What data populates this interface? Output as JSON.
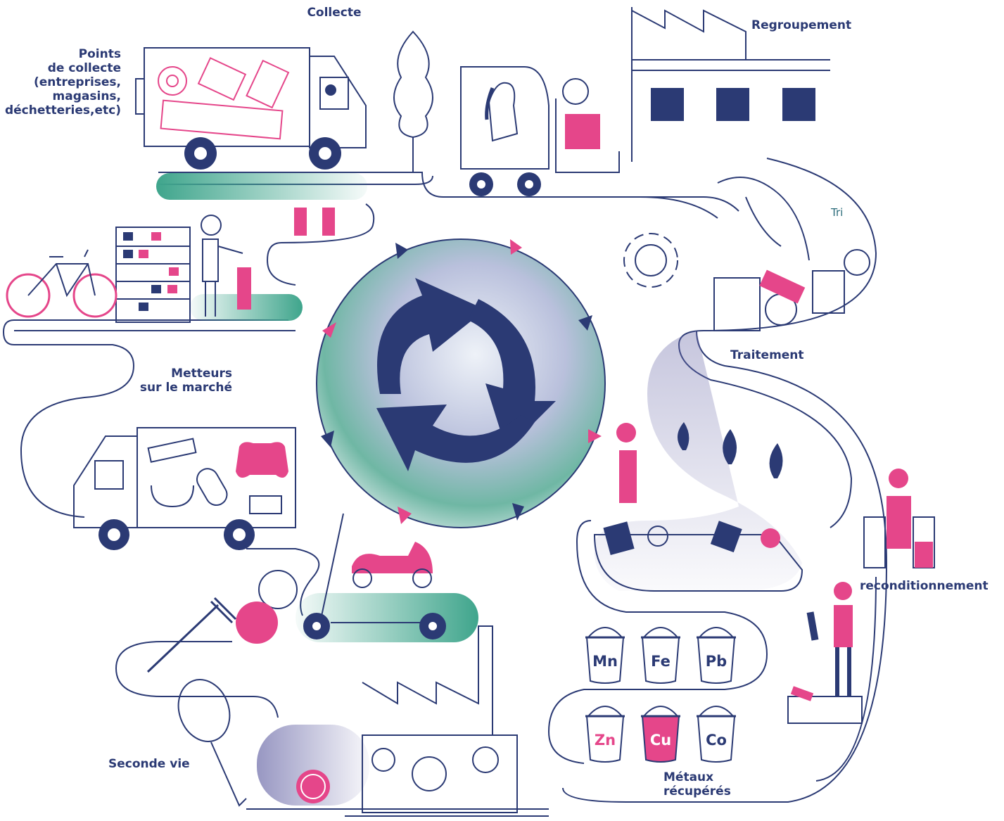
{
  "labels": {
    "collecte": "Collecte",
    "points_collecte": "Points\nde collecte\n(entreprises,\nmagasins,\ndéchetteries,etc)",
    "regroupement": "Regroupement",
    "tri": "Tri",
    "traitement": "Traitement",
    "metteurs": "Metteurs\nsur le marché",
    "reconditionnement": "reconditionnement",
    "seconde_vie": "Seconde vie",
    "metaux": "Métaux\nrécupérés"
  },
  "metals": [
    {
      "symbol": "Mn",
      "highlight": "none"
    },
    {
      "symbol": "Fe",
      "highlight": "none"
    },
    {
      "symbol": "Pb",
      "highlight": "none"
    },
    {
      "symbol": "Zn",
      "highlight": "text"
    },
    {
      "symbol": "Cu",
      "highlight": "fill"
    },
    {
      "symbol": "Co",
      "highlight": "none"
    }
  ],
  "colors": {
    "navy": "#2b3a74",
    "pink": "#e5468a",
    "teal": "#3fa58c",
    "purple": "#6b6aa8"
  },
  "icons": [
    "recycle-arrows-icon",
    "truck-icon",
    "forklift-icon",
    "factory-icon",
    "gear-icon",
    "flame-icon",
    "battery-icon",
    "bicycle-icon",
    "scooter-icon",
    "key-icon",
    "fork-icon",
    "euro-coin-icon"
  ]
}
